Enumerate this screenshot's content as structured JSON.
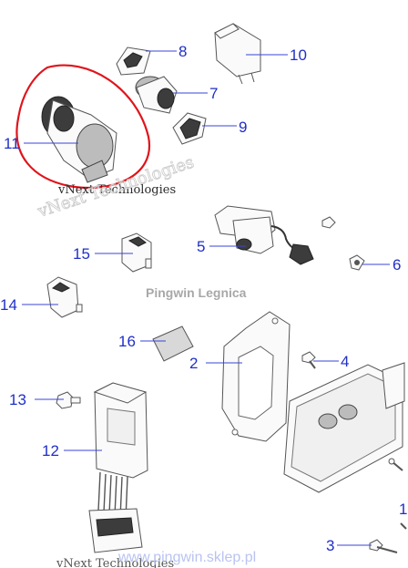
{
  "callouts": [
    {
      "id": "1",
      "label": "1"
    },
    {
      "id": "2",
      "label": "2"
    },
    {
      "id": "3",
      "label": "3"
    },
    {
      "id": "4",
      "label": "4"
    },
    {
      "id": "5",
      "label": "5"
    },
    {
      "id": "6",
      "label": "6"
    },
    {
      "id": "7",
      "label": "7"
    },
    {
      "id": "8",
      "label": "8"
    },
    {
      "id": "9",
      "label": "9"
    },
    {
      "id": "10",
      "label": "10"
    },
    {
      "id": "11",
      "label": "11"
    },
    {
      "id": "12",
      "label": "12"
    },
    {
      "id": "13",
      "label": "13"
    },
    {
      "id": "14",
      "label": "14"
    },
    {
      "id": "15",
      "label": "15"
    },
    {
      "id": "16",
      "label": "16"
    }
  ],
  "watermarks": {
    "vnext": "vNext Technologies",
    "vnext_tilted": "vNext Technologies",
    "vnext_bottom": "vNext Technologies",
    "shop": "Pingwin Legnica",
    "url": "www.pingwin.sklep.pl"
  },
  "colors": {
    "callout_text": "#1f2fc8",
    "leader_line": "#3a44d8",
    "highlight_circle": "#e0141b",
    "shop_watermark": "#a8a8a8"
  }
}
